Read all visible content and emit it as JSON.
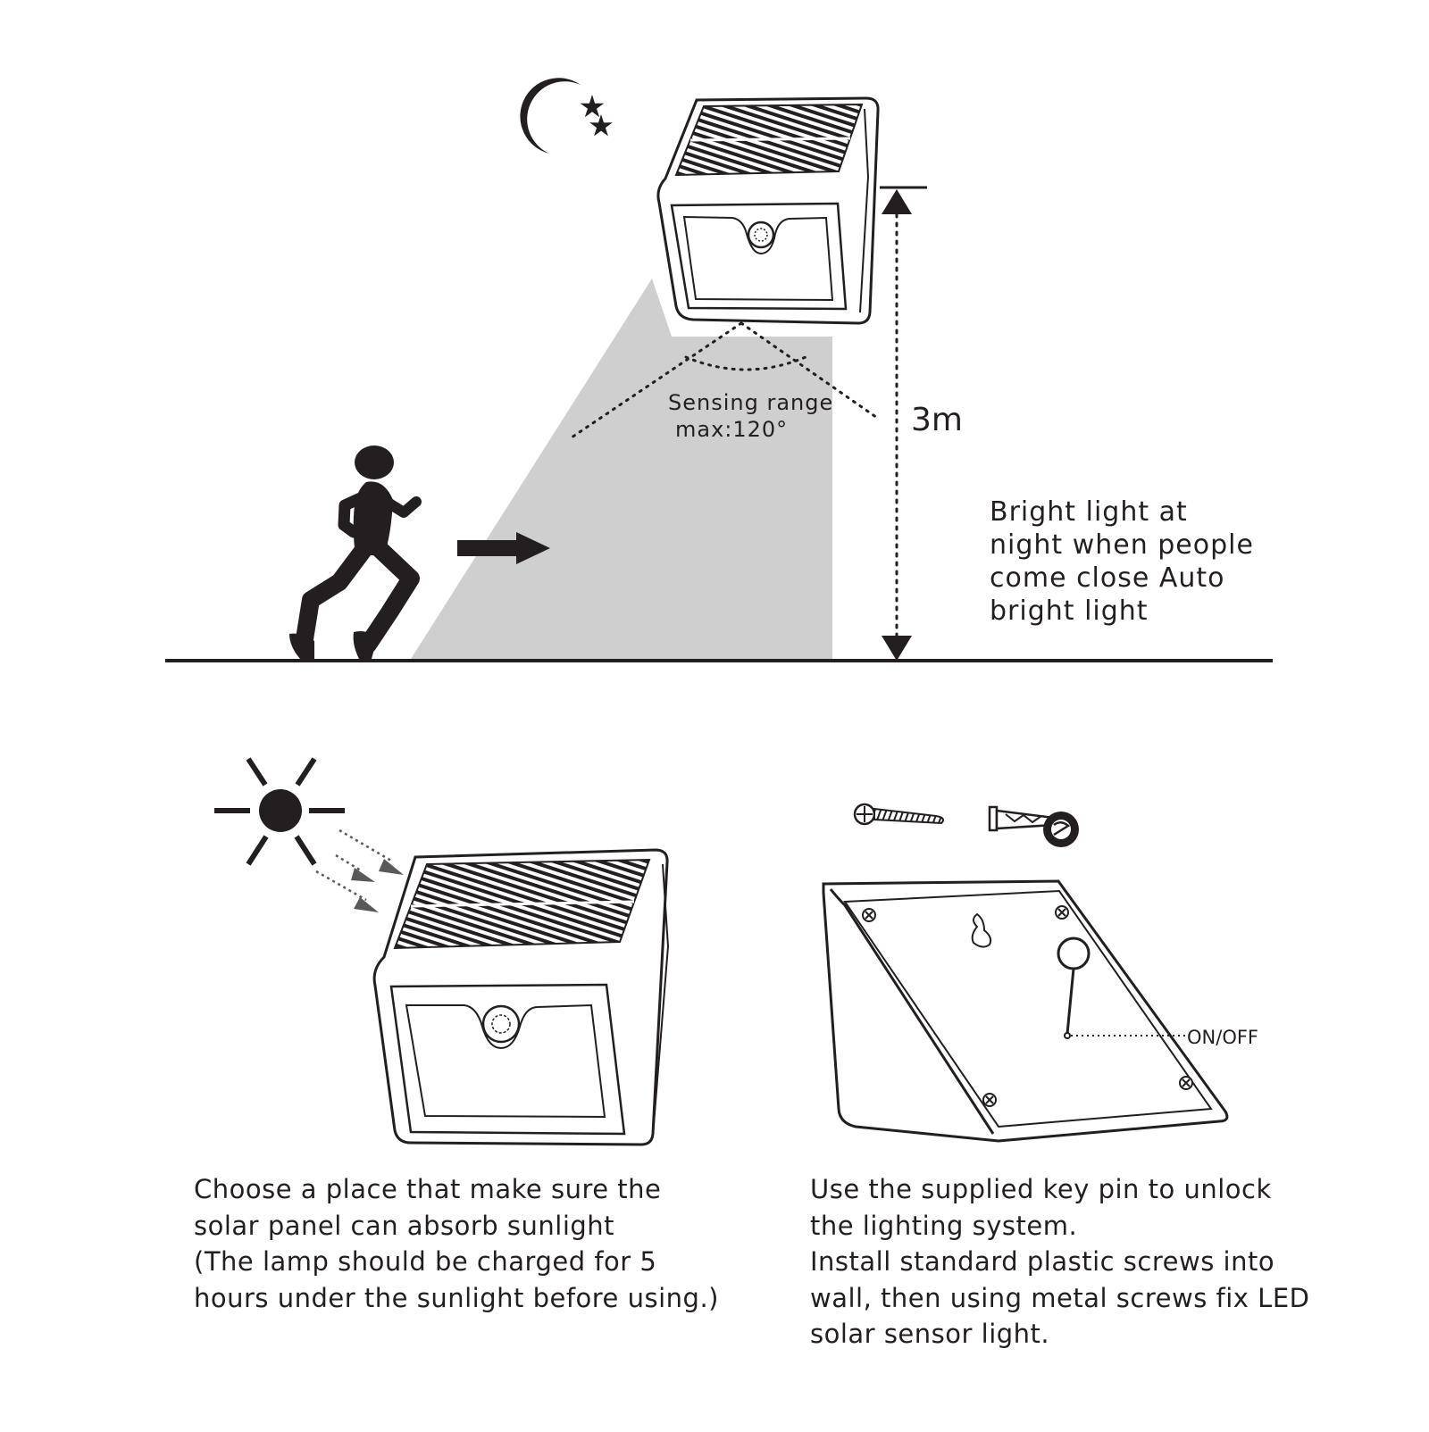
{
  "colors": {
    "ink": "#231f20",
    "beam": "#cfcfcf",
    "background": "#ffffff",
    "arrow_grey": "#595959"
  },
  "icons": {
    "moon": "crescent-moon-icon",
    "stars": "star-icon",
    "sun": "sun-icon",
    "runner": "running-person-icon",
    "direction_arrow": "arrow-right-icon"
  },
  "top_panel": {
    "sensing_range": [
      "Sensing range",
      "max:120°"
    ],
    "height_label": "3m",
    "night_description": [
      "Bright light at",
      "night when people",
      "come close Auto",
      "bright light"
    ]
  },
  "bottom_left": {
    "caption": [
      "Choose a place that make sure the",
      "solar panel can absorb sunlight",
      "(The lamp should be charged for 5",
      "hours under the sunlight before using.)"
    ]
  },
  "bottom_right": {
    "switch_label": "ON/OFF",
    "caption": [
      "Use the supplied key pin to unlock",
      "the lighting system.",
      "Install standard plastic screws into",
      "wall, then using metal screws fix LED",
      "solar sensor light."
    ]
  }
}
